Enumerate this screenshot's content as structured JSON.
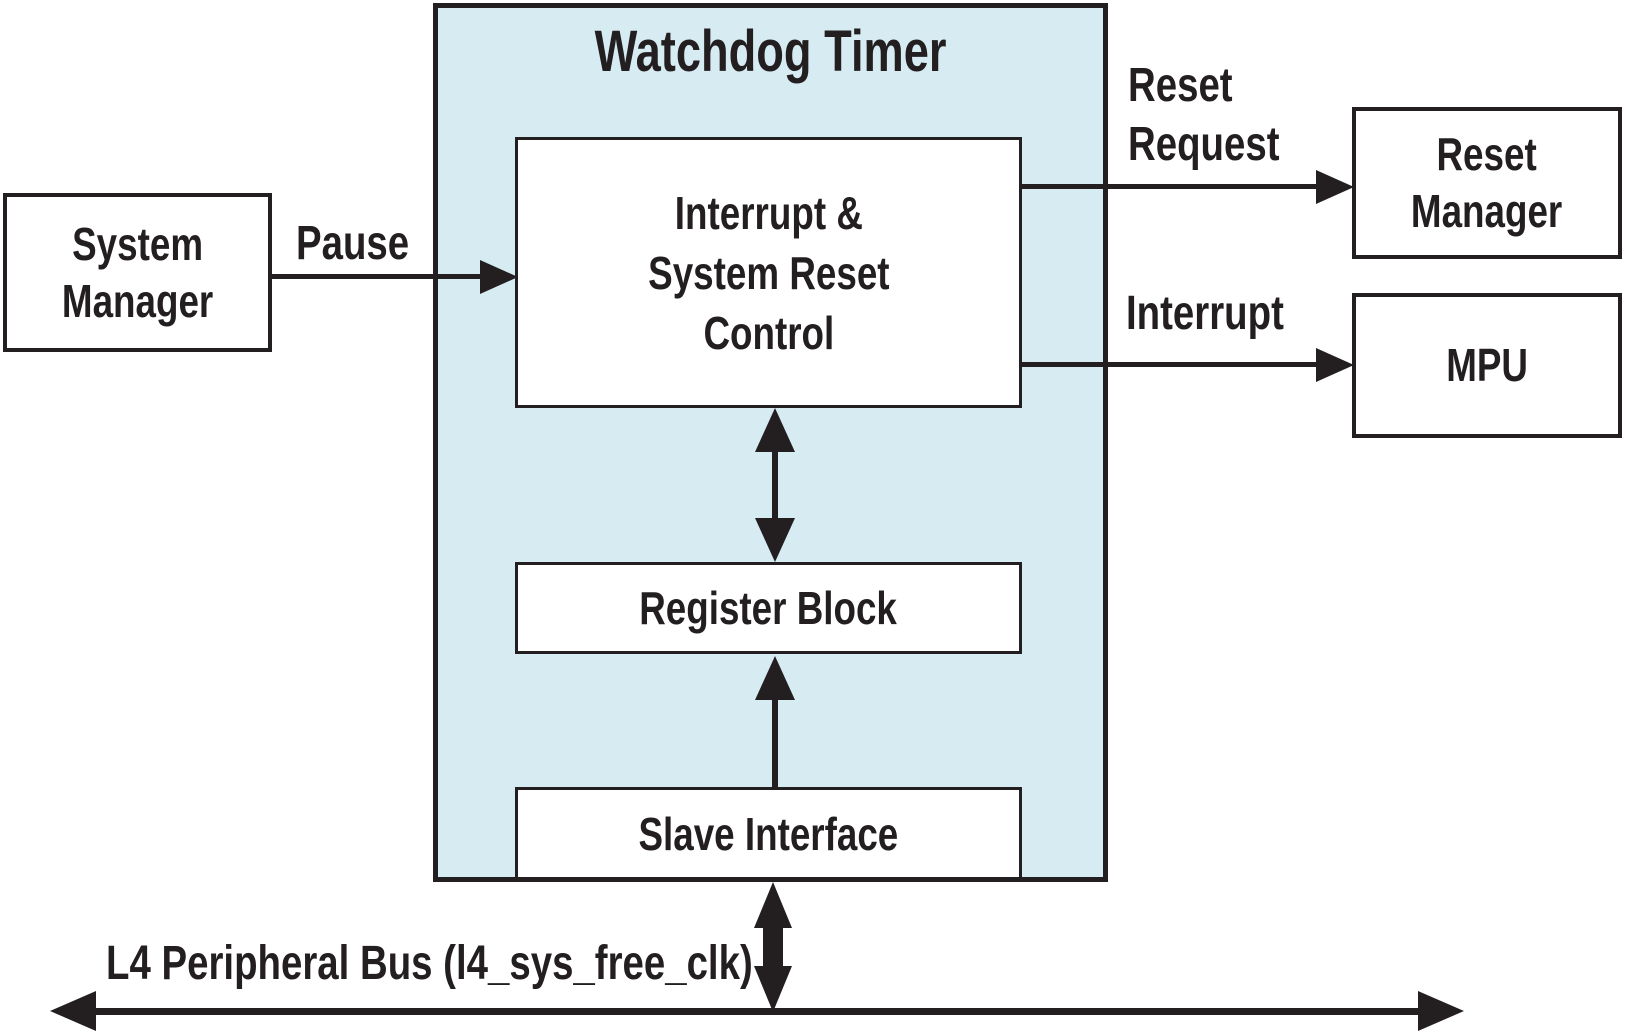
{
  "watchdog": {
    "title": "Watchdog Timer",
    "blocks": {
      "interrupt_control": [
        "Interrupt &",
        "System Reset",
        "Control"
      ],
      "register_block": "Register Block",
      "slave_interface": "Slave Interface"
    }
  },
  "external": {
    "system_manager": [
      "System",
      "Manager"
    ],
    "reset_manager": [
      "Reset",
      "Manager"
    ],
    "mpu": "MPU"
  },
  "signals": {
    "pause": "Pause",
    "reset_request": [
      "Reset",
      "Request"
    ],
    "interrupt": "Interrupt",
    "bus": "L4 Peripheral Bus (l4_sys_free_clk)"
  },
  "colors": {
    "watchdog_fill": "#d7ebf3",
    "ink": "#231f20",
    "block_fill": "#ffffff",
    "background": "#ffffff"
  }
}
